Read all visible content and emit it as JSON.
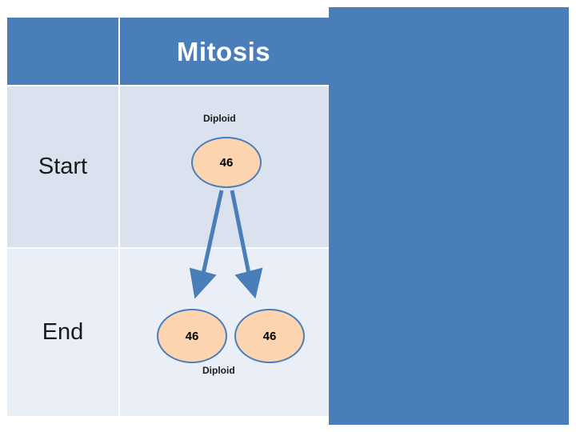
{
  "slide": {
    "title": "Mitosis",
    "background_color": "#ffffff",
    "accent_color": "#4a7ebb",
    "cell_fill_color": "#fcd5b0"
  },
  "table": {
    "rows": [
      {
        "label": "Start"
      },
      {
        "label": "End"
      }
    ]
  },
  "diagram": {
    "top_caption": "Diploid",
    "bottom_caption": "Diploid",
    "parent_cell": {
      "chromosome_count": "46"
    },
    "daughter_cells": [
      {
        "chromosome_count": "46"
      },
      {
        "chromosome_count": "46"
      }
    ],
    "arrow_count": 2
  }
}
